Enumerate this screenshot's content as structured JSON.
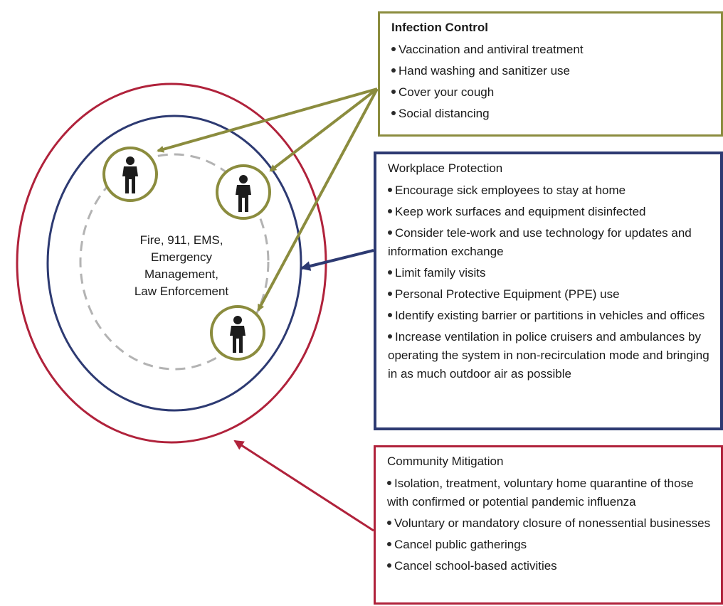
{
  "center_label": [
    "Fire, 911, EMS,",
    "Emergency",
    "Management,",
    "Law Enforcement"
  ],
  "infection_control": {
    "title": "Infection Control",
    "items": [
      "Vaccination and antiviral treatment",
      "Hand washing and sanitizer use",
      "Cover your cough",
      "Social distancing"
    ]
  },
  "workplace_protection": {
    "title": "Workplace Protection",
    "items": [
      "Encourage sick employees to stay at home",
      "Keep work surfaces and equipment disinfected",
      "Consider tele-work and use technology for updates and information exchange",
      "Limit family visits",
      "Personal Protective Equipment (PPE) use",
      "Identify existing barrier or partitions in vehicles and offices",
      "Increase ventilation in police cruisers and ambulances by operating the system in non-recirculation mode and bringing in as much outdoor air as possible"
    ]
  },
  "community_mitigation": {
    "title": "Community Mitigation",
    "items": [
      "Isolation, treatment, voluntary home quarantine of those with confirmed or potential pandemic influenza",
      "Voluntary or mandatory closure of nonessential businesses",
      "Cancel public gatherings",
      "Cancel school-based activities"
    ]
  },
  "colors": {
    "infection": "#8b8c3e",
    "workplace": "#2d3a72",
    "community": "#b0223b",
    "dashed": "#b3b3b3",
    "figure": "#1c1c1c"
  },
  "icons": [
    "person-silhouette-icon",
    "arrow-icon"
  ]
}
